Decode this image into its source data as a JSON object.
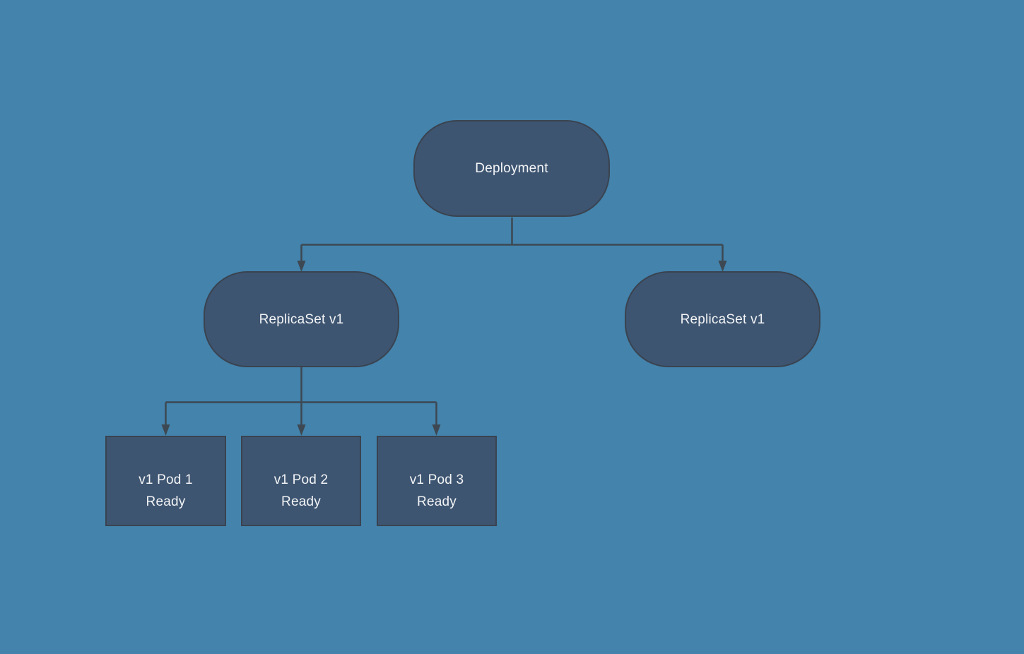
{
  "colors": {
    "canvasBg": "#4383ac",
    "nodeFill": "#3e5571",
    "nodeBorder": "#3a4350",
    "connector": "#3d4852",
    "nodeText": "#f2f4f6"
  },
  "diagram": {
    "type": "flowchart",
    "nodes": {
      "deployment": {
        "label": "Deployment",
        "shape": "pill"
      },
      "replicaset_left": {
        "label": "ReplicaSet v1",
        "shape": "pill"
      },
      "replicaset_right": {
        "label": "ReplicaSet v1",
        "shape": "pill"
      },
      "pod1": {
        "line1": "v1 Pod 1",
        "line2": "Ready",
        "shape": "rect"
      },
      "pod2": {
        "line1": "v1 Pod 2",
        "line2": "Ready",
        "shape": "rect"
      },
      "pod3": {
        "line1": "v1 Pod 3",
        "line2": "Ready",
        "shape": "rect"
      }
    },
    "edges": [
      {
        "from": "deployment",
        "to": "replicaset_left"
      },
      {
        "from": "deployment",
        "to": "replicaset_right"
      },
      {
        "from": "replicaset_left",
        "to": "pod1"
      },
      {
        "from": "replicaset_left",
        "to": "pod2"
      },
      {
        "from": "replicaset_left",
        "to": "pod3"
      }
    ]
  }
}
